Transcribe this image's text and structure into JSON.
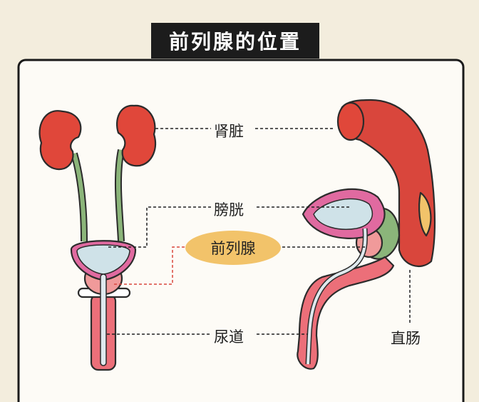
{
  "title": "前列腺的位置",
  "labels": {
    "kidney": "肾脏",
    "bladder": "膀胱",
    "prostate": "前列腺",
    "urethra": "尿道",
    "rectum": "直肠"
  },
  "colors": {
    "background": "#f3eddd",
    "panel": "#fdfbf6",
    "title_bg": "#1c1c1c",
    "kidney_red": "#e0473a",
    "ureter_green": "#8bb57a",
    "bladder_pink": "#e06aa0",
    "bladder_inner": "#cfe2e8",
    "prostate_pink": "#f09a9a",
    "penis_pink": "#ec6f79",
    "rectum_red": "#d9463c",
    "highlight_yellow": "#f2c36a"
  }
}
